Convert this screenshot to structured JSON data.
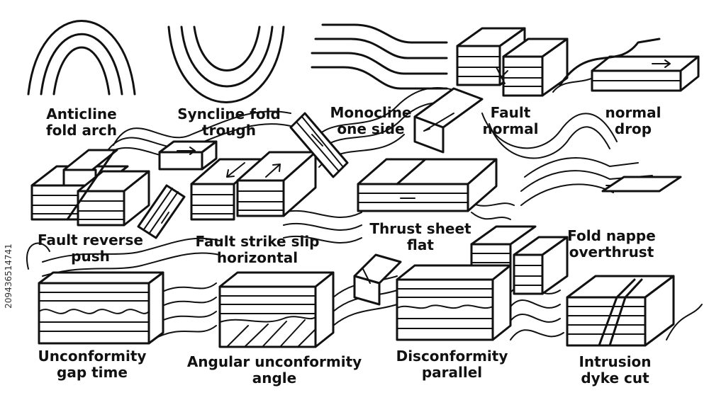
{
  "labels": {
    "anticline": {
      "line1": "Anticline",
      "line2": "fold arch"
    },
    "syncline": {
      "line1": "Syncline fold",
      "line2": "trough"
    },
    "monocline": {
      "line1": "Monocline",
      "line2": "one side"
    },
    "fault_normal": {
      "line1": "Fault",
      "line2": "normal"
    },
    "normal_drop": {
      "line1": "normal",
      "line2": "drop"
    },
    "fault_reverse": {
      "line1": "Fault reverse",
      "line2": "push"
    },
    "strike_slip": {
      "line1": "Fault strike slip",
      "line2": "horizontal"
    },
    "thrust_sheet": {
      "line1": "Thrust sheet",
      "line2": "flat"
    },
    "fold_nappe": {
      "line1": "Fold nappe",
      "line2": "overthrust"
    },
    "unconformity": {
      "line1": "Unconformity",
      "line2": "gap time"
    },
    "angular_unconformity": {
      "line1": "Angular unconformity",
      "line2": "angle"
    },
    "disconformity": {
      "line1": "Disconformity",
      "line2": "parallel"
    },
    "intrusion": {
      "line1": "Intrusion",
      "line2": "dyke cut"
    }
  },
  "watermark": "209436514741",
  "colors": {
    "ink": "#111111",
    "background": "#ffffff"
  }
}
